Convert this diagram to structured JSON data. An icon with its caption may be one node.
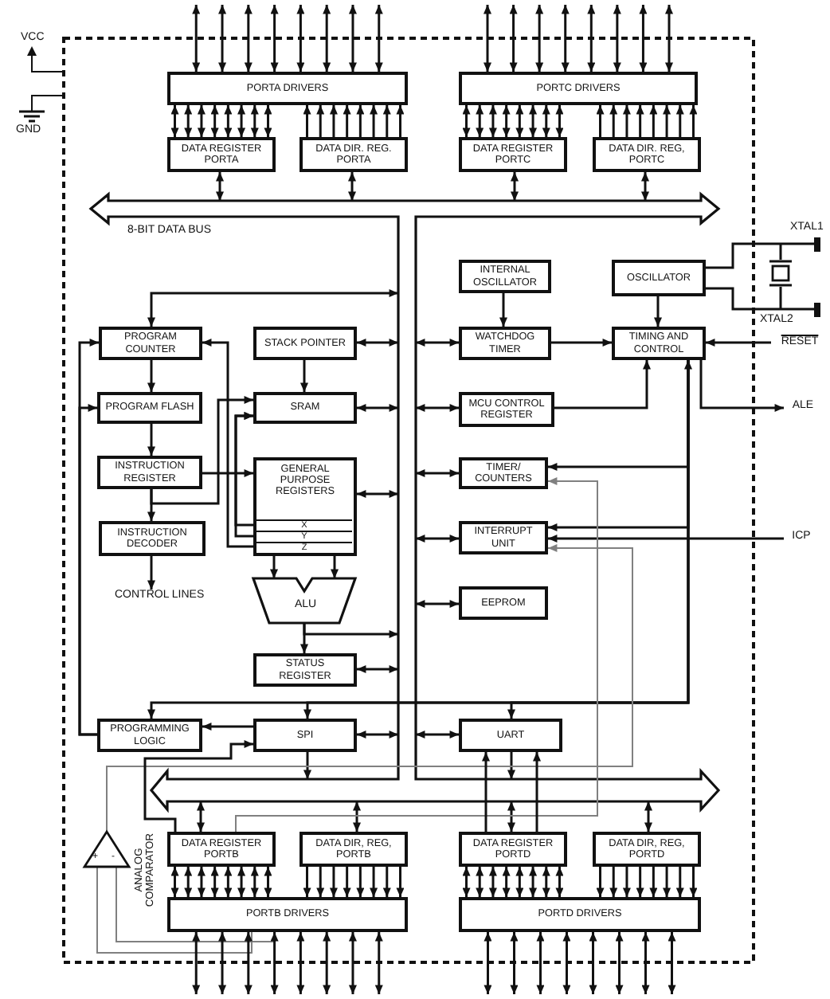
{
  "diagram": {
    "nodes": [
      {
        "text": [
          "PORTA DRIVERS"
        ]
      },
      {
        "text": [
          "DATA REGISTER PORTA"
        ]
      },
      {
        "text": [
          "DATA DIR. REG. PORTA"
        ]
      },
      {
        "text": [
          "PORTC DRIVERS"
        ]
      },
      {
        "text": [
          "DATA REGISTER PORTC"
        ]
      },
      {
        "text": [
          "DATA DIR. REG, PORTC"
        ]
      },
      {
        "text": [
          "8-BIT DATA BUS"
        ]
      },
      {
        "text": [
          "INTERNAL OSCILLATOR"
        ]
      },
      {
        "text": [
          "OSCILLATOR"
        ]
      },
      {
        "text": [
          "PROGRAM COUNTER"
        ]
      },
      {
        "text": [
          "STACK POINTER"
        ]
      },
      {
        "text": [
          "WATCHDOG TIMER"
        ]
      },
      {
        "text": [
          "TIMING AND CONTROL"
        ]
      },
      {
        "text": [
          "PROGRAM FLASH"
        ]
      },
      {
        "text": [
          "SRAM"
        ]
      },
      {
        "text": [
          "MCU CONTROL REGISTER"
        ]
      },
      {
        "text": [
          "INSTRUCTION REGISTER"
        ]
      },
      {
        "text": [
          "GENERAL PURPOSE REGISTERS"
        ]
      },
      {
        "text": [
          "X"
        ],
        "in": 17
      },
      {
        "text": [
          "Y"
        ],
        "in": 17
      },
      {
        "text": [
          "Z"
        ],
        "in": 17
      },
      {
        "text": [
          "TIMER/ COUNTERS"
        ]
      },
      {
        "text": [
          "INSTRUCTION DECODER"
        ]
      },
      {
        "text": [
          "INTERRUPT UNIT"
        ]
      },
      {
        "text": [
          "CONTROL LINES"
        ]
      },
      {
        "text": [
          "ALU"
        ]
      },
      {
        "text": [
          "EEPROM"
        ]
      },
      {
        "text": [
          "STATUS REGISTER"
        ]
      },
      {
        "text": [
          "PROGRAMMING LOGIC"
        ]
      },
      {
        "text": [
          "SPI"
        ]
      },
      {
        "text": [
          "UART"
        ]
      },
      {
        "text": [
          "+",
          "-"
        ],
        "beside": [
          "ANALOG COMPARATOR"
        ]
      },
      {
        "text": [
          "DATA REGISTER PORTB"
        ]
      },
      {
        "text": [
          "DATA DIR, REG, PORTB"
        ]
      },
      {
        "text": [
          "DATA REGISTER PORTD"
        ]
      },
      {
        "text": [
          "DATA DIR, REG, PORTD"
        ]
      },
      {
        "text": [
          "PORTB DRIVERS"
        ]
      },
      {
        "text": [
          "PORTD DRIVERS"
        ]
      },
      {
        "text": [
          "RESET"
        ]
      },
      {
        "text": [
          "ALE"
        ]
      },
      {
        "text": [
          "ICP"
        ]
      }
    ],
    "edges": [
      {
        "from": null,
        "to": 0,
        "arrow": "both"
      },
      {
        "from": null,
        "to": 0,
        "arrow": "both"
      },
      {
        "from": null,
        "to": 0,
        "arrow": "both"
      },
      {
        "from": null,
        "to": 0,
        "arrow": "both"
      },
      {
        "from": null,
        "to": 0,
        "arrow": "both"
      },
      {
        "from": null,
        "to": 0,
        "arrow": "both"
      },
      {
        "from": null,
        "to": 0,
        "arrow": "both"
      },
      {
        "from": null,
        "to": 0,
        "arrow": "both"
      },
      {
        "from": null,
        "to": 3,
        "arrow": "both"
      },
      {
        "from": null,
        "to": 3,
        "arrow": "both"
      },
      {
        "from": null,
        "to": 3,
        "arrow": "both"
      },
      {
        "from": null,
        "to": 3,
        "arrow": "both"
      },
      {
        "from": null,
        "to": 3,
        "arrow": "both"
      },
      {
        "from": null,
        "to": 3,
        "arrow": "both"
      },
      {
        "from": null,
        "to": 3,
        "arrow": "both"
      },
      {
        "from": null,
        "to": 3,
        "arrow": "both"
      },
      {
        "from": 1,
        "to": 0,
        "arrow": "both"
      },
      {
        "from": 1,
        "to": 0,
        "arrow": "both"
      },
      {
        "from": 1,
        "to": 0,
        "arrow": "both"
      },
      {
        "from": 1,
        "to": 0,
        "arrow": "both"
      },
      {
        "from": 1,
        "to": 0,
        "arrow": "both"
      },
      {
        "from": 1,
        "to": 0,
        "arrow": "both"
      },
      {
        "from": 1,
        "to": 0,
        "arrow": "both"
      },
      {
        "from": 1,
        "to": 0,
        "arrow": "both"
      },
      {
        "from": 2,
        "to": 0,
        "arrow": "to"
      },
      {
        "from": 2,
        "to": 0,
        "arrow": "to"
      },
      {
        "from": 2,
        "to": 0,
        "arrow": "to"
      },
      {
        "from": 2,
        "to": 0,
        "arrow": "to"
      },
      {
        "from": 2,
        "to": 0,
        "arrow": "to"
      },
      {
        "from": 2,
        "to": 0,
        "arrow": "to"
      },
      {
        "from": 2,
        "to": 0,
        "arrow": "to"
      },
      {
        "from": 2,
        "to": 0,
        "arrow": "to"
      },
      {
        "from": 4,
        "to": 3,
        "arrow": "both"
      },
      {
        "from": 4,
        "to": 3,
        "arrow": "both"
      },
      {
        "from": 4,
        "to": 3,
        "arrow": "both"
      },
      {
        "from": 4,
        "to": 3,
        "arrow": "both"
      },
      {
        "from": 4,
        "to": 3,
        "arrow": "both"
      },
      {
        "from": 4,
        "to": 3,
        "arrow": "both"
      },
      {
        "from": 4,
        "to": 3,
        "arrow": "both"
      },
      {
        "from": 4,
        "to": 3,
        "arrow": "both"
      },
      {
        "from": 5,
        "to": 3,
        "arrow": "to"
      },
      {
        "from": 5,
        "to": 3,
        "arrow": "to"
      },
      {
        "from": 5,
        "to": 3,
        "arrow": "to"
      },
      {
        "from": 5,
        "to": 3,
        "arrow": "to"
      },
      {
        "from": 5,
        "to": 3,
        "arrow": "to"
      },
      {
        "from": 5,
        "to": 3,
        "arrow": "to"
      },
      {
        "from": 5,
        "to": 3,
        "arrow": "to"
      },
      {
        "from": 5,
        "to": 3,
        "arrow": "to"
      },
      {
        "from": 1,
        "to": 6,
        "arrow": "both"
      },
      {
        "from": 2,
        "to": 6,
        "arrow": "both"
      },
      {
        "from": 4,
        "to": 6,
        "arrow": "both"
      },
      {
        "from": 5,
        "to": 6,
        "arrow": "both"
      },
      {
        "from": 9,
        "to": 6,
        "arrow": "both"
      },
      {
        "from": 10,
        "to": 6,
        "arrow": "both"
      },
      {
        "from": 14,
        "to": 6,
        "arrow": "both"
      },
      {
        "from": 17,
        "to": 6,
        "arrow": "both"
      },
      {
        "from": 27,
        "to": 6,
        "arrow": "both"
      },
      {
        "from": 29,
        "to": 6,
        "arrow": "both"
      },
      {
        "from": 11,
        "to": 6,
        "arrow": "both"
      },
      {
        "from": 15,
        "to": 6,
        "arrow": "both"
      },
      {
        "from": 21,
        "to": 6,
        "arrow": "both"
      },
      {
        "from": 23,
        "to": 6,
        "arrow": "both"
      },
      {
        "from": 26,
        "to": 6,
        "arrow": "both"
      },
      {
        "from": 30,
        "to": 6,
        "arrow": "both"
      },
      {
        "from": 25,
        "to": 6,
        "arrow": "to"
      },
      {
        "from": 25,
        "to": 27,
        "arrow": "to"
      },
      {
        "from": 29,
        "to": 6,
        "arrow": "to"
      },
      {
        "from": 32,
        "to": 6,
        "arrow": "both"
      },
      {
        "from": 33,
        "to": 6,
        "arrow": "both"
      },
      {
        "from": 34,
        "to": 6,
        "arrow": "both"
      },
      {
        "from": 35,
        "to": 6,
        "arrow": "both"
      },
      {
        "from": 30,
        "to": 6,
        "arrow": "to"
      },
      {
        "from": 9,
        "to": 13,
        "arrow": "to"
      },
      {
        "from": 13,
        "to": 16,
        "arrow": "to"
      },
      {
        "from": 16,
        "to": 22,
        "arrow": "to"
      },
      {
        "from": 22,
        "to": 24,
        "arrow": "to"
      },
      {
        "from": 10,
        "to": 14,
        "arrow": "to"
      },
      {
        "from": 16,
        "to": 17,
        "arrow": "to"
      },
      {
        "from": 16,
        "to": 14,
        "arrow": "to"
      },
      {
        "from": 18,
        "to": 14,
        "arrow": "to"
      },
      {
        "from": 19,
        "to": 14,
        "arrow": "to"
      },
      {
        "from": 20,
        "to": 9,
        "arrow": "to"
      },
      {
        "from": 17,
        "to": 25,
        "arrow": "to"
      },
      {
        "from": 17,
        "to": 25,
        "arrow": "to"
      },
      {
        "from": 28,
        "to": 9,
        "arrow": "to"
      },
      {
        "from": 28,
        "to": 13,
        "arrow": "to"
      },
      {
        "from": 29,
        "to": 28,
        "arrow": "to"
      },
      {
        "from": 12,
        "to": 28,
        "arrow": "to"
      },
      {
        "from": 12,
        "to": 29,
        "arrow": "to"
      },
      {
        "from": 12,
        "to": 30,
        "arrow": "to"
      },
      {
        "from": 21,
        "to": 12,
        "arrow": "both"
      },
      {
        "from": 12,
        "to": 23,
        "arrow": "to"
      },
      {
        "from": 40,
        "to": 23,
        "arrow": "to"
      },
      {
        "from": 32,
        "to": 21,
        "arrow": "to",
        "color": "#808080"
      },
      {
        "from": 31,
        "to": 23,
        "arrow": "to",
        "color": "#808080"
      },
      {
        "from": 36,
        "to": 31,
        "arrow": "none",
        "color": "#808080"
      },
      {
        "from": 36,
        "to": 31,
        "arrow": "none",
        "color": "#808080"
      },
      {
        "from": 32,
        "to": 29,
        "arrow": "to"
      },
      {
        "from": 34,
        "to": 30,
        "arrow": "to"
      },
      {
        "from": 34,
        "to": 30,
        "arrow": "to"
      },
      {
        "from": 7,
        "to": 11,
        "arrow": "to"
      },
      {
        "from": 8,
        "to": 12,
        "arrow": "to"
      },
      {
        "from": 11,
        "to": 12,
        "arrow": "to"
      },
      {
        "from": 15,
        "to": 12,
        "arrow": "to"
      },
      {
        "from": 38,
        "to": 12,
        "arrow": "to"
      },
      {
        "from": 12,
        "to": 39,
        "arrow": "to"
      },
      {
        "from": 32,
        "to": 36,
        "arrow": "both"
      },
      {
        "from": 32,
        "to": 36,
        "arrow": "both"
      },
      {
        "from": 32,
        "to": 36,
        "arrow": "both"
      },
      {
        "from": 32,
        "to": 36,
        "arrow": "both"
      },
      {
        "from": 32,
        "to": 36,
        "arrow": "both"
      },
      {
        "from": 32,
        "to": 36,
        "arrow": "both"
      },
      {
        "from": 32,
        "to": 36,
        "arrow": "both"
      },
      {
        "from": 32,
        "to": 36,
        "arrow": "both"
      },
      {
        "from": 33,
        "to": 36,
        "arrow": "to"
      },
      {
        "from": 33,
        "to": 36,
        "arrow": "to"
      },
      {
        "from": 33,
        "to": 36,
        "arrow": "to"
      },
      {
        "from": 33,
        "to": 36,
        "arrow": "to"
      },
      {
        "from": 33,
        "to": 36,
        "arrow": "to"
      },
      {
        "from": 33,
        "to": 36,
        "arrow": "to"
      },
      {
        "from": 33,
        "to": 36,
        "arrow": "to"
      },
      {
        "from": 33,
        "to": 36,
        "arrow": "to"
      },
      {
        "from": 34,
        "to": 37,
        "arrow": "both"
      },
      {
        "from": 34,
        "to": 37,
        "arrow": "both"
      },
      {
        "from": 34,
        "to": 37,
        "arrow": "both"
      },
      {
        "from": 34,
        "to": 37,
        "arrow": "both"
      },
      {
        "from": 34,
        "to": 37,
        "arrow": "both"
      },
      {
        "from": 34,
        "to": 37,
        "arrow": "both"
      },
      {
        "from": 34,
        "to": 37,
        "arrow": "both"
      },
      {
        "from": 34,
        "to": 37,
        "arrow": "both"
      },
      {
        "from": 35,
        "to": 37,
        "arrow": "to"
      },
      {
        "from": 35,
        "to": 37,
        "arrow": "to"
      },
      {
        "from": 35,
        "to": 37,
        "arrow": "to"
      },
      {
        "from": 35,
        "to": 37,
        "arrow": "to"
      },
      {
        "from": 35,
        "to": 37,
        "arrow": "to"
      },
      {
        "from": 35,
        "to": 37,
        "arrow": "to"
      },
      {
        "from": 35,
        "to": 37,
        "arrow": "to"
      },
      {
        "from": 35,
        "to": 37,
        "arrow": "to"
      },
      {
        "from": null,
        "to": 36,
        "arrow": "both"
      },
      {
        "from": null,
        "to": 36,
        "arrow": "both"
      },
      {
        "from": null,
        "to": 36,
        "arrow": "both"
      },
      {
        "from": null,
        "to": 36,
        "arrow": "both"
      },
      {
        "from": null,
        "to": 36,
        "arrow": "both"
      },
      {
        "from": null,
        "to": 36,
        "arrow": "both"
      },
      {
        "from": null,
        "to": 36,
        "arrow": "both"
      },
      {
        "from": null,
        "to": 36,
        "arrow": "both"
      },
      {
        "from": null,
        "to": 37,
        "arrow": "both"
      },
      {
        "from": null,
        "to": 37,
        "arrow": "both"
      },
      {
        "from": null,
        "to": 37,
        "arrow": "both"
      },
      {
        "from": null,
        "to": 37,
        "arrow": "both"
      },
      {
        "from": null,
        "to": 37,
        "arrow": "both"
      },
      {
        "from": null,
        "to": 37,
        "arrow": "both"
      },
      {
        "from": null,
        "to": 37,
        "arrow": "both"
      },
      {
        "from": null,
        "to": 37,
        "arrow": "both"
      }
    ],
    "labels": [
      "VCC",
      "GND",
      "XTAL1",
      "XTAL2"
    ]
  }
}
